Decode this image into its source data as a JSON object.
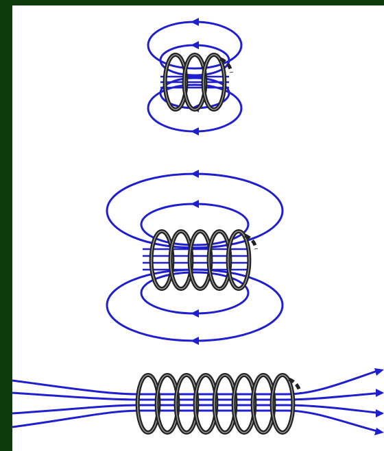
{
  "figure": {
    "description_visible_text": "",
    "colors": {
      "background": "#0b3a0b",
      "panel": "#ffffff",
      "field_lines": "#1f1fd0",
      "coil_wire": "#222222",
      "coil_highlight": "#9a9a9a"
    },
    "panels": [
      {
        "id": "coil-3-turns",
        "turns": 3,
        "field_loops": 2,
        "field_shape": "closed-loops"
      },
      {
        "id": "coil-5-turns",
        "turns": 5,
        "field_loops": 2,
        "field_shape": "closed-loops"
      },
      {
        "id": "coil-8-turns",
        "turns": 8,
        "field_lines": 4,
        "field_shape": "open-lines"
      }
    ]
  }
}
